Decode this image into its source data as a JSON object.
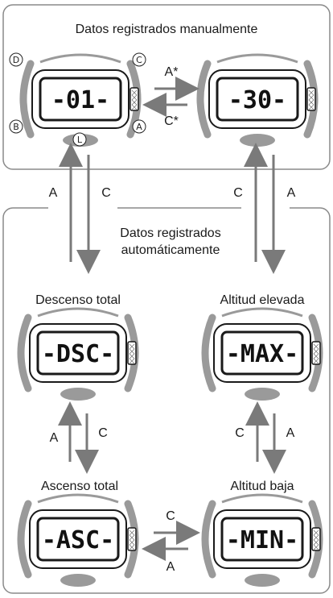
{
  "top_panel": {
    "title": "Datos registrados manualmente",
    "watch_left": {
      "display": "-01-",
      "buttons": {
        "top_left": "D",
        "top_right": "C",
        "bottom_left": "B",
        "bottom_right": "A",
        "bottom_center": "L"
      }
    },
    "watch_right": {
      "display": "-30-"
    },
    "arrow_right_label": "A*",
    "arrow_left_label": "C*"
  },
  "connectors": {
    "left_up_label": "A",
    "left_down_label": "C",
    "right_up_label": "C",
    "right_down_label": "A"
  },
  "bottom_panel": {
    "title_line1": "Datos registrados",
    "title_line2": "automáticamente",
    "descent": {
      "label": "Descenso total",
      "display": "-DSC-"
    },
    "altitude_high": {
      "label": "Altitud elevada",
      "display": "-MAX-"
    },
    "ascent": {
      "label": "Ascenso total",
      "display": "-ASC-"
    },
    "altitude_low": {
      "label": "Altitud baja",
      "display": "-MIN-"
    },
    "left_pair": {
      "up_label": "A",
      "down_label": "C"
    },
    "right_pair": {
      "up_label": "C",
      "down_label": "A"
    },
    "bottom_pair": {
      "right_label": "C",
      "left_label": "A"
    }
  },
  "colors": {
    "panel_border": "#8a8a8a",
    "arrow": "#7a7a7a",
    "watch_case": "#9a9a9a",
    "lcd_frame": "#1a1a1a"
  }
}
